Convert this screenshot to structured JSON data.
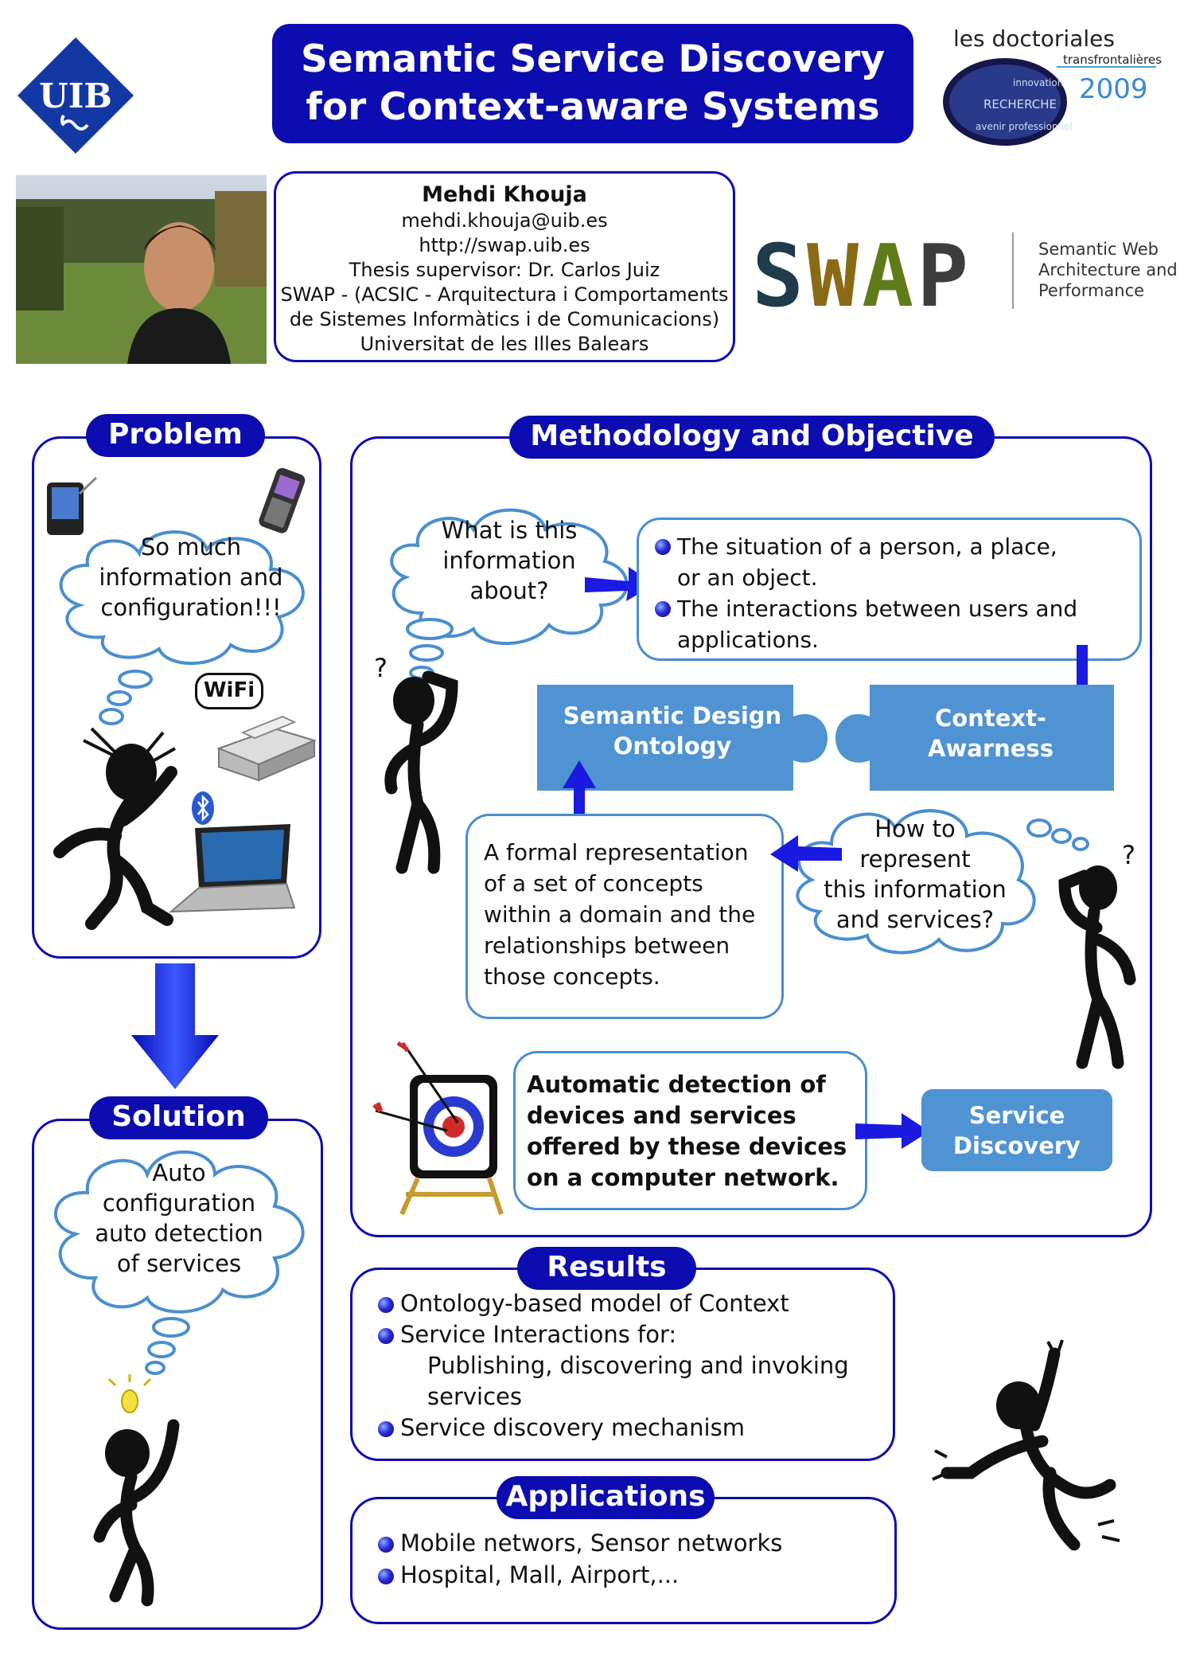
{
  "header": {
    "title_line1": "Semantic Service Discovery",
    "title_line2": "for Context-aware Systems",
    "uib_logo_text": "UIB",
    "doctoriales_logo": {
      "brand": "les doctoriales",
      "subtitle": "transfrontalières",
      "year": "2009",
      "words": [
        "innovation",
        "RECHERCHE",
        "avenir professionnel"
      ]
    }
  },
  "author": {
    "name": "Mehdi Khouja",
    "email": "mehdi.khouja@uib.es",
    "url": "http://swap.uib.es",
    "supervisor": "Thesis supervisor: Dr. Carlos Juiz",
    "group_line1": "SWAP - (ACSIC - Arquitectura i Comportaments",
    "group_line2": "de Sistemes Informàtics i de Comunicacions)",
    "university": "Universitat de les Illes Balears"
  },
  "swap_logo": {
    "letters": [
      "S",
      "W",
      "A",
      "P"
    ],
    "letter_colors": [
      "#1f3b4c",
      "#8a6a14",
      "#5f7c1a",
      "#3d3d3d"
    ],
    "subtitle_line1": "Semantic Web",
    "subtitle_line2": "Architecture and",
    "subtitle_line3": "Performance"
  },
  "problem": {
    "label": "Problem",
    "cloud_lines": [
      "So much",
      "information and",
      "configuration!!!"
    ],
    "wifi_label": "WiFi"
  },
  "solution": {
    "label": "Solution",
    "cloud_lines": [
      "Auto",
      "configuration",
      "auto detection",
      "of services"
    ]
  },
  "methodology": {
    "label": "Methodology and Objective",
    "question1_lines": [
      "What is this",
      "information",
      "about?"
    ],
    "situation_bullets": [
      [
        "The situation of a person, a place,",
        "or an object."
      ],
      [
        "The interactions between users and",
        "applications."
      ]
    ],
    "puzzle_left_lines": [
      "Semantic Design",
      "Ontology"
    ],
    "puzzle_right_lines": [
      "Context-",
      "Awarness"
    ],
    "question2_lines": [
      "How to",
      "represent",
      "this information",
      "and services?"
    ],
    "ontology_def_lines": [
      "A formal representation",
      "of a set of concepts",
      "within a domain and the",
      "relationships between",
      "those concepts."
    ],
    "objective_lines": [
      "Automatic detection of",
      "devices and services",
      "offered by these devices",
      "on a computer network."
    ],
    "service_discovery_lines": [
      "Service",
      "Discovery"
    ]
  },
  "results": {
    "label": "Results",
    "item1": "Ontology-based model of Context",
    "item2": "Service Interactions for:",
    "item2_sub_line1": "Publishing, discovering  and invoking",
    "item2_sub_line2": "services",
    "item3": "Service discovery mechanism"
  },
  "applications": {
    "label": "Applications",
    "item1": "Mobile networs, Sensor networks",
    "item2": "Hospital, Mall, Airport,..."
  },
  "colors": {
    "navy": "#0c0cb0",
    "light_blue": "#4f93d2",
    "box_border": "#4a8ed0",
    "arrow": "#1a1ae0"
  }
}
